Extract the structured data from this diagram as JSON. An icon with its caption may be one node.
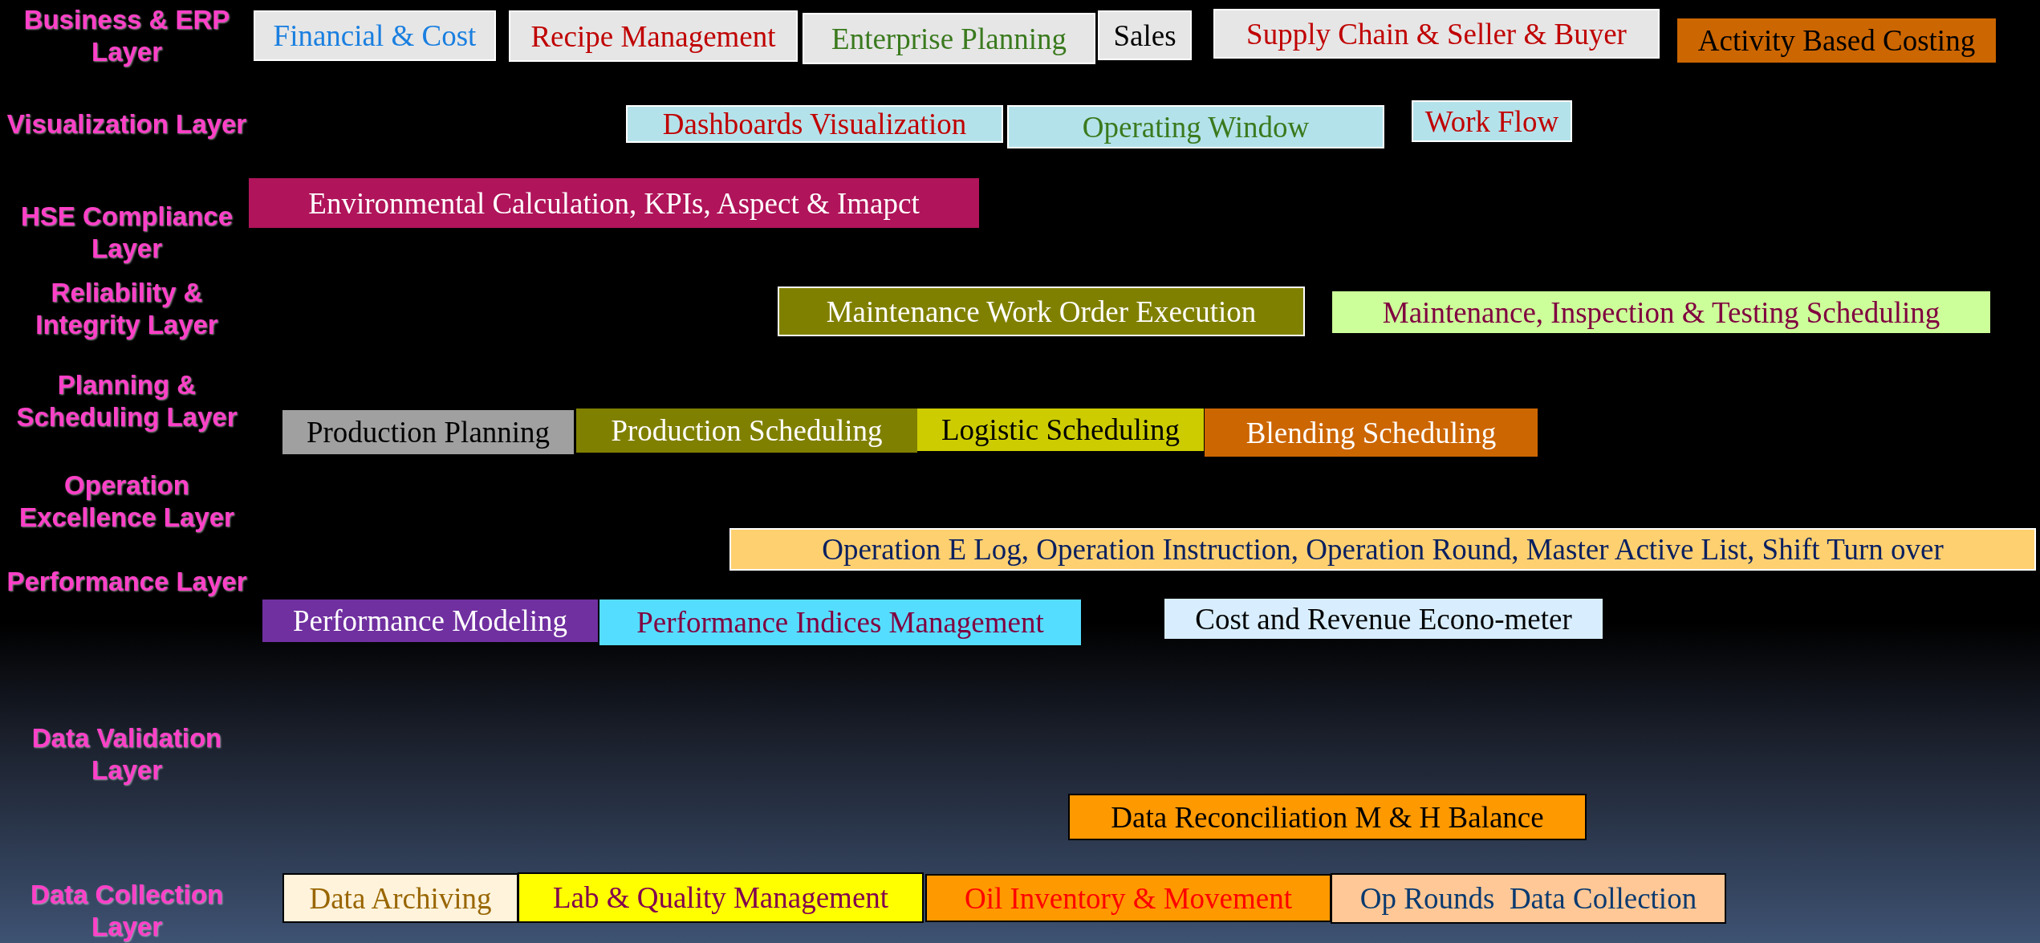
{
  "diagram": {
    "nodes": [
      {
        "text": [
          "Financial & Cost"
        ]
      },
      {
        "text": [
          "Recipe Management"
        ]
      },
      {
        "text": [
          "Enterprise Planning"
        ]
      },
      {
        "text": [
          "Sales"
        ]
      },
      {
        "text": [
          "Supply Chain & Seller & Buyer"
        ]
      },
      {
        "text": [
          "Activity Based Costing"
        ]
      },
      {
        "text": [
          "Dashboards Visualization"
        ]
      },
      {
        "text": [
          "Operating Window"
        ]
      },
      {
        "text": [
          "Work Flow"
        ]
      },
      {
        "text": [
          "Environmental Calculation, KPIs, Aspect & Imapct"
        ]
      },
      {
        "text": [
          "Maintenance Work Order Execution"
        ]
      },
      {
        "text": [
          "Maintenance, Inspection & Testing Scheduling"
        ]
      },
      {
        "text": [
          "Production Planning"
        ]
      },
      {
        "text": [
          "Production Scheduling"
        ]
      },
      {
        "text": [
          "Logistic Scheduling"
        ]
      },
      {
        "text": [
          "Blending Scheduling"
        ]
      },
      {
        "text": [
          "Operation E Log, Operation Instruction, Operation Round, Master Active List, Shift Turn over"
        ]
      },
      {
        "text": [
          "Performance Modeling"
        ]
      },
      {
        "text": [
          "Performance Indices Management"
        ]
      },
      {
        "text": [
          "Cost and Revenue Econo-meter"
        ]
      },
      {
        "text": [
          "Data Reconciliation M & H Balance"
        ]
      },
      {
        "text": [
          "Data Archiving"
        ]
      },
      {
        "text": [
          "Lab & Quality Management"
        ]
      },
      {
        "text": [
          "Oil Inventory & Movement"
        ]
      },
      {
        "text": [
          "Op Rounds  Data Collection"
        ]
      }
    ],
    "labels": [
      "Business & ERP Layer",
      "Visualization Layer",
      "HSE Compliance Layer",
      "Reliability & Integrity Layer",
      "Planning & Scheduling Layer",
      "Operation Excellence Layer",
      "Performance Layer",
      "Data Validation Layer",
      "Data Collection Layer"
    ]
  }
}
